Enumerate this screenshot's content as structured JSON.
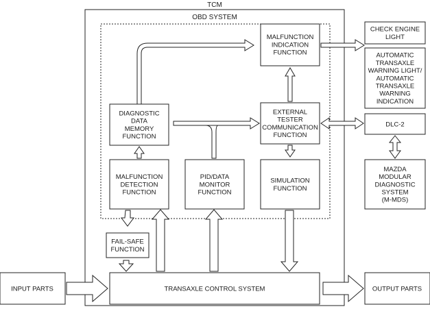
{
  "diagram": {
    "tcm_label": "TCM",
    "obd_label": "OBD SYSTEM",
    "boxes": {
      "malfunction_indication": [
        "MALFUNCTION",
        "INDICATION",
        "FUNCTION"
      ],
      "diagnostic_data_memory": [
        "DIAGNOSTIC",
        "DATA",
        "MEMORY",
        "FUNCTION"
      ],
      "external_tester": [
        "EXTERNAL",
        "TESTER",
        "COMMUNICATION",
        "FUNCTION"
      ],
      "malfunction_detection": [
        "MALFUNCTION",
        "DETECTION",
        "FUNCTION"
      ],
      "pid_data_monitor": [
        "PID/DATA",
        "MONITOR",
        "FUNCTION"
      ],
      "simulation": [
        "SIMULATION",
        "FUNCTION"
      ],
      "fail_safe": [
        "FAIL-SAFE",
        "FUNCTION"
      ],
      "check_engine_light": [
        "CHECK ENGINE",
        "LIGHT"
      ],
      "at_warning": [
        "AUTOMATIC",
        "TRANSAXLE",
        "WARNING LIGHT/",
        "AUTOMATIC",
        "TRANSAXLE",
        "WARNING",
        "INDICATION"
      ],
      "dlc2": [
        "DLC-2"
      ],
      "mazda_mds": [
        "MAZDA",
        "MODULAR",
        "DIAGNOSTIC",
        "SYSTEM",
        "(M-MDS)"
      ],
      "input_parts": [
        "INPUT PARTS"
      ],
      "transaxle_control": [
        "TRANSAXLE CONTROL SYSTEM"
      ],
      "output_parts": [
        "OUTPUT PARTS"
      ]
    }
  }
}
